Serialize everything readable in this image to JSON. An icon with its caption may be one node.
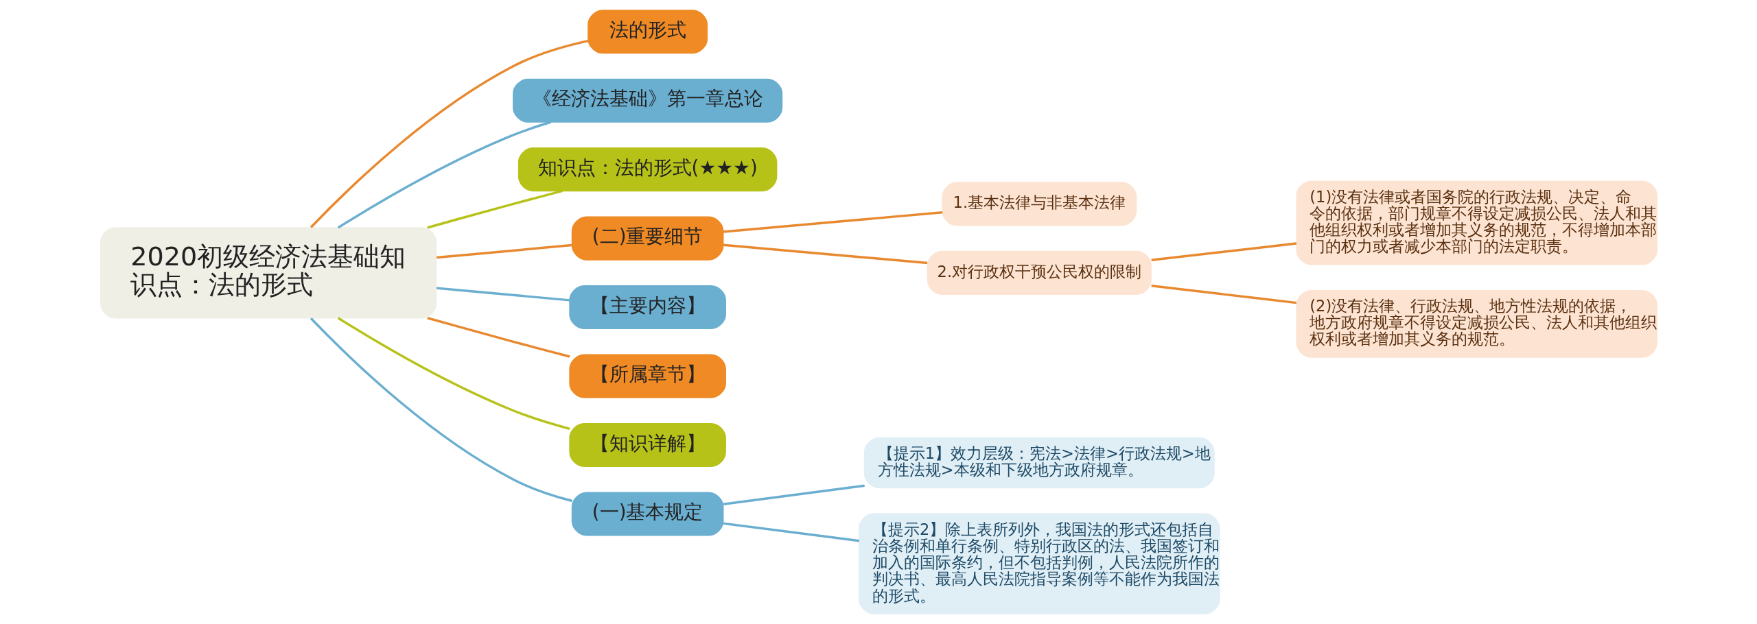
{
  "diagram": {
    "nodes": [
      {
        "text": [
          "2020初级经济法基础知识点：法的形式"
        ]
      },
      {
        "text": [
          "法的形式"
        ]
      },
      {
        "text": [
          "《经济法基础》第一章总论"
        ]
      },
      {
        "text": [
          "知识点：法的形式(★★★)"
        ]
      },
      {
        "text": [
          "(二)重要细节"
        ]
      },
      {
        "text": [
          "1.基本法律与非基本法律"
        ]
      },
      {
        "text": [
          "2.对行政权干预公民权的限制"
        ]
      },
      {
        "text": [
          "(1)没有法律或者国务院的行政法规、决定、命令的依据，部门规章不得设定减损公民、法人和其他组织权利或者增加其义务的规范，不得增加本部门的权力或者减少本部门的法定职责。"
        ]
      },
      {
        "text": [
          "(2)没有法律、行政法规、地方性法规的依据，地方政府规章不得设定减损公民、法人和其他组织权利或者增加其义务的规范。"
        ]
      },
      {
        "text": [
          "【主要内容】"
        ]
      },
      {
        "text": [
          "【所属章节】"
        ]
      },
      {
        "text": [
          "【知识详解】"
        ]
      },
      {
        "text": [
          "(一)基本规定"
        ]
      },
      {
        "text": [
          "【提示1】效力层级：宪法>法律>行政法规>地方性法规>本级和下级地方政府规章。"
        ]
      },
      {
        "text": [
          "【提示2】除上表所列外，我国法的形式还包括自治条例和单行条例、特别行政区的法、我国签订和加入的国际条约，但不包括判例，人民法院所作的判决书、最高人民法院指导案例等不能作为我国法的形式。"
        ]
      }
    ],
    "edges": [
      {
        "from": 0,
        "to": 1,
        "arrow": "none"
      },
      {
        "from": 0,
        "to": 2,
        "arrow": "none",
        "color": "#6aaed0"
      },
      {
        "from": 0,
        "to": 3,
        "arrow": "none",
        "color": "#b7c219"
      },
      {
        "from": 0,
        "to": 4,
        "arrow": "none"
      },
      {
        "from": 4,
        "to": 5,
        "arrow": "none"
      },
      {
        "from": 4,
        "to": 6,
        "arrow": "none"
      },
      {
        "from": 6,
        "to": 7,
        "arrow": "none"
      },
      {
        "from": 6,
        "to": 8,
        "arrow": "none"
      },
      {
        "from": 0,
        "to": 9,
        "arrow": "none",
        "color": "#6aaed0"
      },
      {
        "from": 0,
        "to": 10,
        "arrow": "none"
      },
      {
        "from": 0,
        "to": 11,
        "arrow": "none",
        "color": "#b7c219"
      },
      {
        "from": 0,
        "to": 12,
        "arrow": "none",
        "color": "#6aaed0"
      },
      {
        "from": 12,
        "to": 13,
        "arrow": "none",
        "color": "#6aaed0"
      },
      {
        "from": 12,
        "to": 14,
        "arrow": "none",
        "color": "#6aaed0"
      }
    ]
  }
}
